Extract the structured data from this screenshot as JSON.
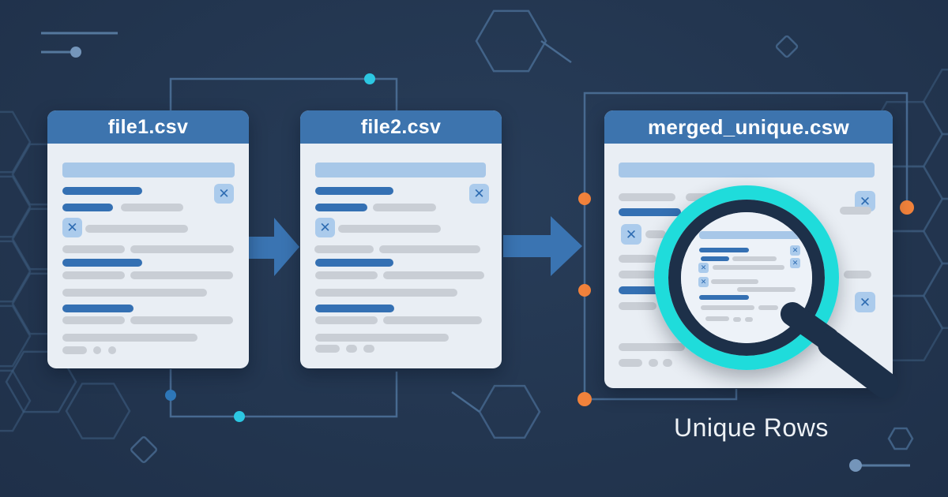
{
  "caption": "Unique Rows",
  "icons": {
    "x_mark": "✕"
  },
  "cards": [
    {
      "id": "file1",
      "title": "file1.csv",
      "items": [
        [
          "bar",
          19,
          66,
          218,
          19
        ],
        [
          "blue",
          19,
          97,
          101,
          10
        ],
        [
          "x",
          211,
          93,
          25,
          25
        ],
        [
          "blue",
          19,
          118,
          64,
          10
        ],
        [
          "gray",
          93,
          118,
          79,
          10
        ],
        [
          "x",
          19,
          136,
          25,
          25
        ],
        [
          "gray",
          48,
          145,
          130,
          10
        ],
        [
          "gray",
          19,
          171,
          79,
          10
        ],
        [
          "gray",
          105,
          171,
          131,
          10
        ],
        [
          "blue",
          19,
          188,
          101,
          10
        ],
        [
          "gray",
          19,
          204,
          79,
          10
        ],
        [
          "gray",
          105,
          204,
          130,
          10
        ],
        [
          "gray",
          19,
          226,
          183,
          10
        ],
        [
          "blue",
          19,
          246,
          90,
          10
        ],
        [
          "gray",
          19,
          261,
          79,
          10
        ],
        [
          "gray",
          105,
          261,
          130,
          10
        ],
        [
          "gray",
          19,
          283,
          171,
          10
        ],
        [
          "pill",
          19,
          299,
          31,
          10
        ],
        [
          "pill",
          58,
          299,
          10,
          10
        ],
        [
          "pill",
          77,
          299,
          10,
          10
        ]
      ]
    },
    {
      "id": "file2",
      "title": "file2.csv",
      "items": [
        [
          "bar",
          19,
          66,
          216,
          19
        ],
        [
          "blue",
          19,
          97,
          99,
          10
        ],
        [
          "x",
          214,
          93,
          25,
          25
        ],
        [
          "blue",
          19,
          118,
          66,
          10
        ],
        [
          "gray",
          92,
          118,
          80,
          10
        ],
        [
          "x",
          19,
          136,
          25,
          25
        ],
        [
          "gray",
          48,
          145,
          130,
          10
        ],
        [
          "gray",
          18,
          171,
          75,
          10
        ],
        [
          "gray",
          100,
          171,
          128,
          10
        ],
        [
          "blue",
          19,
          188,
          99,
          10
        ],
        [
          "gray",
          19,
          204,
          79,
          10
        ],
        [
          "gray",
          105,
          204,
          128,
          10
        ],
        [
          "gray",
          19,
          226,
          180,
          10
        ],
        [
          "blue",
          19,
          246,
          100,
          10
        ],
        [
          "gray",
          19,
          261,
          79,
          10
        ],
        [
          "gray",
          105,
          261,
          125,
          10
        ],
        [
          "gray",
          19,
          283,
          169,
          10
        ],
        [
          "pill",
          19,
          297,
          31,
          10
        ],
        [
          "pill",
          58,
          297,
          14,
          10
        ],
        [
          "pill",
          80,
          297,
          14,
          10
        ]
      ]
    },
    {
      "id": "merged",
      "title": "merged_unique.csw",
      "items": [
        [
          "bar",
          18,
          66,
          324,
          19
        ],
        [
          "gray",
          18,
          105,
          72,
          10
        ],
        [
          "gray",
          103,
          105,
          68,
          10
        ],
        [
          "x",
          317,
          102,
          26,
          26
        ],
        [
          "blue",
          18,
          124,
          79,
          10
        ],
        [
          "gray",
          105,
          124,
          60,
          10
        ],
        [
          "gray",
          298,
          122,
          40,
          10
        ],
        [
          "x",
          21,
          144,
          26,
          26
        ],
        [
          "gray",
          52,
          152,
          26,
          10
        ],
        [
          "gray",
          18,
          183,
          48,
          10
        ],
        [
          "gray",
          18,
          203,
          48,
          10
        ],
        [
          "gray",
          303,
          203,
          35,
          10
        ],
        [
          "blue",
          18,
          223,
          67,
          10
        ],
        [
          "x",
          317,
          230,
          26,
          26
        ],
        [
          "gray",
          18,
          243,
          48,
          10
        ],
        [
          "gray",
          18,
          295,
          84,
          10
        ],
        [
          "pill",
          18,
          315,
          30,
          10
        ],
        [
          "pill",
          56,
          315,
          12,
          10
        ],
        [
          "pill",
          74,
          315,
          12,
          10
        ]
      ]
    }
  ],
  "lens": {
    "items": [
      [
        "bar",
        23,
        24,
        128,
        10
      ],
      [
        "blue",
        23,
        45,
        63,
        6
      ],
      [
        "xs",
        138,
        42,
        13,
        13
      ],
      [
        "blue",
        25,
        56,
        36,
        6
      ],
      [
        "gray",
        65,
        56,
        56,
        6
      ],
      [
        "xs",
        138,
        58,
        13,
        13
      ],
      [
        "xs",
        22,
        64,
        13,
        13
      ],
      [
        "gray",
        40,
        67,
        91,
        6
      ],
      [
        "xs",
        22,
        82,
        13,
        13
      ],
      [
        "gray",
        38,
        85,
        60,
        6
      ],
      [
        "gray",
        71,
        95,
        74,
        6
      ],
      [
        "blue",
        23,
        105,
        63,
        6
      ],
      [
        "gray",
        25,
        118,
        68,
        6
      ],
      [
        "gray",
        98,
        118,
        25,
        6
      ],
      [
        "xs",
        138,
        118,
        13,
        13
      ],
      [
        "pill",
        31,
        132,
        30,
        6
      ],
      [
        "pill",
        66,
        133,
        10,
        6
      ],
      [
        "pill",
        81,
        133,
        10,
        6
      ]
    ]
  },
  "colors": {
    "background": "#233650",
    "card_header_blue": "#3d74ae",
    "card_body": "#e9eef4",
    "header_bar_light_blue": "#a7c7e8",
    "row_blue": "#3470b3",
    "row_gray": "#c9ced5",
    "x_icon_bg": "#abcbec",
    "x_icon_glyph": "#2e6cb2",
    "arrow_blue": "#3a74b2",
    "magnifier_cyan": "#1fdcdb",
    "magnifier_dark": "#1d3049",
    "circuit_line": "#4a6d94",
    "hexagon_outline": "#3e5d80",
    "dot_steel_blue": "#7495ba",
    "dot_cyan": "#2cc7e2",
    "dot_blue": "#2e77b8",
    "dot_orange": "#f1823b",
    "caption_text": "#eef2f6"
  }
}
